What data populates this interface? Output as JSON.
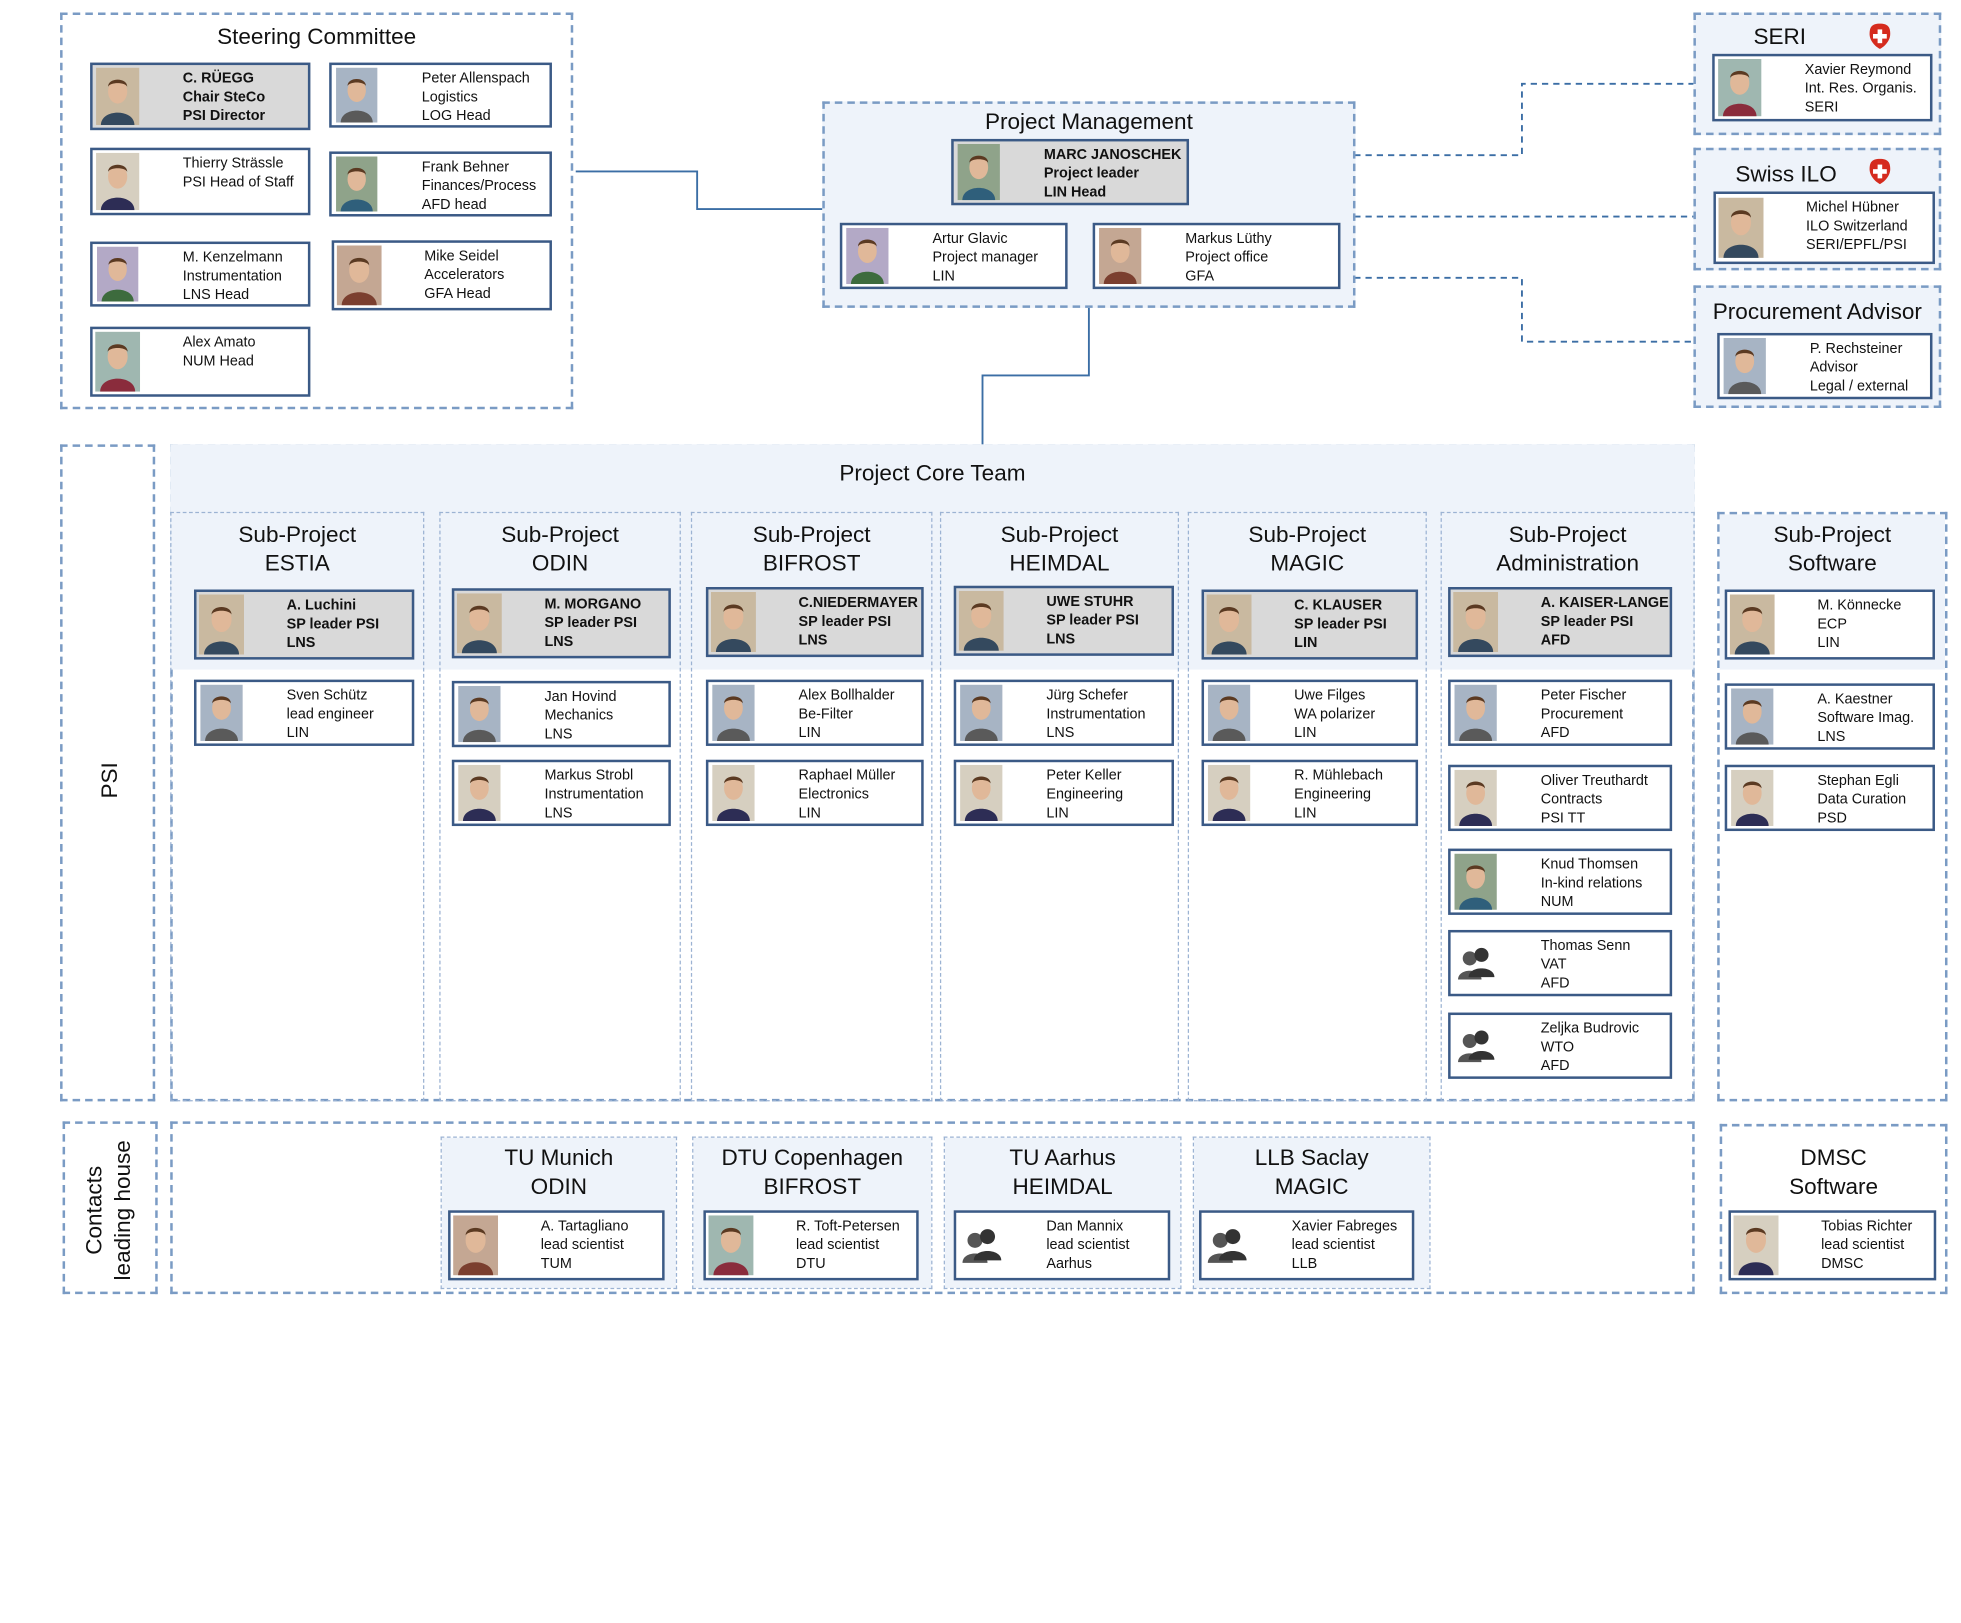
{
  "steering_committee": {
    "title": "Steering Committee",
    "members": [
      {
        "name": "C. RÜEGG",
        "role": "Chair SteCo",
        "unit": "PSI Director"
      },
      {
        "name": "Peter Allenspach",
        "role": "Logistics",
        "unit": "LOG Head"
      },
      {
        "name": "Thierry Strässle",
        "role": "PSI Head of Staff",
        "unit": ""
      },
      {
        "name": "Frank Behner",
        "role": "Finances/Process",
        "unit": "AFD head"
      },
      {
        "name": "M. Kenzelmann",
        "role": "Instrumentation",
        "unit": "LNS Head"
      },
      {
        "name": "Mike Seidel",
        "role": "Accelerators",
        "unit": "GFA Head"
      },
      {
        "name": "Alex Amato",
        "role": "NUM Head",
        "unit": ""
      }
    ]
  },
  "project_management": {
    "title": "Project Management",
    "members": [
      {
        "name": "MARC JANOSCHEK",
        "role": "Project leader",
        "unit": "LIN Head"
      },
      {
        "name": "Artur Glavic",
        "role": "Project manager",
        "unit": "LIN"
      },
      {
        "name": "Markus Lüthy",
        "role": "Project office",
        "unit": "GFA"
      }
    ]
  },
  "seri": {
    "title": "SERI",
    "icon": "swiss-cross-icon",
    "member": {
      "name": "Xavier Reymond",
      "role": "Int. Res. Organis.",
      "unit": "SERI"
    }
  },
  "swiss_ilo": {
    "title": "Swiss ILO",
    "icon": "swiss-cross-icon",
    "member": {
      "name": "Michel Hübner",
      "role": "ILO Switzerland",
      "unit": "SERI/EPFL/PSI"
    }
  },
  "procurement": {
    "title": "Procurement Advisor",
    "member": {
      "name": "P. Rechsteiner",
      "role": "Advisor",
      "unit": "Legal / external"
    }
  },
  "psi_label": "PSI",
  "contacts_label": [
    "Contacts",
    "leading house"
  ],
  "core_team": {
    "title": "Project Core Team"
  },
  "subprojects": [
    {
      "title": [
        "Sub-Project",
        "ESTIA"
      ],
      "members": [
        {
          "name": "A. Luchini",
          "role": "SP leader PSI",
          "unit": "LNS"
        },
        {
          "name": "Sven Schütz",
          "role": "lead engineer",
          "unit": "LIN"
        }
      ]
    },
    {
      "title": [
        "Sub-Project",
        "ODIN"
      ],
      "members": [
        {
          "name": "M. MORGANO",
          "role": "SP leader PSI",
          "unit": "LNS"
        },
        {
          "name": "Jan Hovind",
          "role": "Mechanics",
          "unit": "LNS"
        },
        {
          "name": "Markus Strobl",
          "role": "Instrumentation",
          "unit": "LNS"
        }
      ]
    },
    {
      "title": [
        "Sub-Project",
        "BIFROST"
      ],
      "members": [
        {
          "name": "C.NIEDERMAYER",
          "role": "SP leader PSI",
          "unit": "LNS"
        },
        {
          "name": "Alex Bollhalder",
          "role": "Be-Filter",
          "unit": "LIN"
        },
        {
          "name": "Raphael Müller",
          "role": "Electronics",
          "unit": "LIN"
        }
      ]
    },
    {
      "title": [
        "Sub-Project",
        "HEIMDAL"
      ],
      "members": [
        {
          "name": "UWE STUHR",
          "role": "SP leader PSI",
          "unit": "LNS"
        },
        {
          "name": "Jürg Schefer",
          "role": "Instrumentation",
          "unit": "LNS"
        },
        {
          "name": "Peter Keller",
          "role": "Engineering",
          "unit": "LIN"
        }
      ]
    },
    {
      "title": [
        "Sub-Project",
        "MAGIC"
      ],
      "members": [
        {
          "name": "C. KLAUSER",
          "role": "SP leader PSI",
          "unit": "LIN"
        },
        {
          "name": "Uwe Filges",
          "role": "WA polarizer",
          "unit": "LIN"
        },
        {
          "name": "R. Mühlebach",
          "role": "Engineering",
          "unit": "LIN"
        }
      ]
    },
    {
      "title": [
        "Sub-Project",
        "Administration"
      ],
      "members": [
        {
          "name": "A. KAISER-LANGE",
          "role": "SP leader PSI",
          "unit": "AFD"
        },
        {
          "name": "Peter Fischer",
          "role": "Procurement",
          "unit": "AFD"
        },
        {
          "name": "Oliver Treuthardt",
          "role": "Contracts",
          "unit": "PSI TT"
        },
        {
          "name": "Knud Thomsen",
          "role": "In-kind relations",
          "unit": "NUM"
        },
        {
          "name": "Thomas Senn",
          "role": "VAT",
          "unit": "AFD"
        },
        {
          "name": "Zeljka Budrovic",
          "role": "WTO",
          "unit": "AFD"
        }
      ]
    },
    {
      "title": [
        "Sub-Project",
        "Software"
      ],
      "members": [
        {
          "name": "M. Könnecke",
          "role": "ECP",
          "unit": "LIN"
        },
        {
          "name": "A. Kaestner",
          "role": "Software Imag.",
          "unit": "LNS"
        },
        {
          "name": "Stephan Egli",
          "role": "Data Curation",
          "unit": "PSD"
        }
      ]
    }
  ],
  "contacts": [
    {
      "title": [
        "TU Munich",
        "ODIN"
      ],
      "member": {
        "name": "A. Tartagliano",
        "role": "lead scientist",
        "unit": "TUM"
      }
    },
    {
      "title": [
        "DTU Copenhagen",
        "BIFROST"
      ],
      "member": {
        "name": "R. Toft-Petersen",
        "role": "lead scientist",
        "unit": "DTU"
      }
    },
    {
      "title": [
        "TU Aarhus",
        "HEIMDAL"
      ],
      "member": {
        "name": "Dan Mannix",
        "role": "lead scientist",
        "unit": "Aarhus"
      }
    },
    {
      "title": [
        "LLB Saclay",
        "MAGIC"
      ],
      "member": {
        "name": "Xavier Fabreges",
        "role": "lead scientist",
        "unit": "LLB"
      }
    },
    {
      "title": [
        "DMSC",
        "Software"
      ],
      "member": {
        "name": "Tobias Richter",
        "role": "lead scientist",
        "unit": "DMSC"
      }
    }
  ],
  "colors": {
    "card_border": "#3b5a86",
    "dashed": "#7a9bc4",
    "panel_fill": "#eef3fa",
    "lead_fill": "#d9d9d9",
    "connector": "#3b6ea5"
  }
}
